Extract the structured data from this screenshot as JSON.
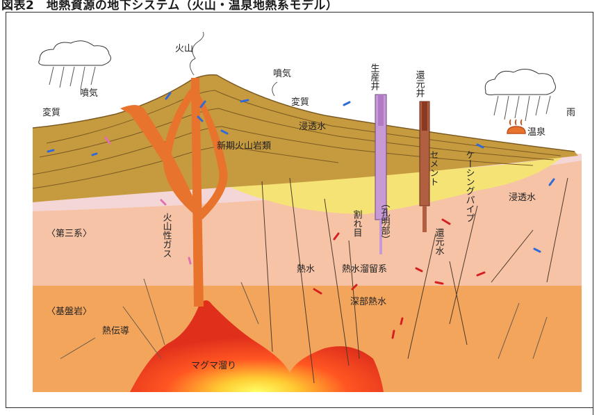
{
  "header": {
    "title": "図表2　地熱資源の地下システム（火山・温泉地熱系モデル）"
  },
  "diagram": {
    "labels": {
      "volcano": "火山",
      "fumarole_left": "噴気",
      "alteration_left": "変質",
      "fumarole_center": "噴気",
      "alteration_center": "変質",
      "infiltration_upper": "浸透水",
      "new_volcanic_rock": "新期火山岩類",
      "production_well": "生産井",
      "reinjection_well": "還元井",
      "rain": "雨",
      "hot_spring": "温泉",
      "cement": "セメント",
      "casing_pipe": "ケーシングパイプ",
      "infiltration_right": "浸透水",
      "tertiary": "〈第三系〉",
      "volcanic_gas": "火山性ガス",
      "fracture": "割れ目",
      "uncased": "（孔明部）",
      "reinjection_water": "還元水",
      "hot_water": "熱水",
      "hot_water_reservoir": "熱水溜留系",
      "basement": "〈基盤岩〉",
      "deep_hot_water": "深部熱水",
      "heat_conduction": "熱伝導",
      "magma": "マグマ溜り"
    }
  }
}
